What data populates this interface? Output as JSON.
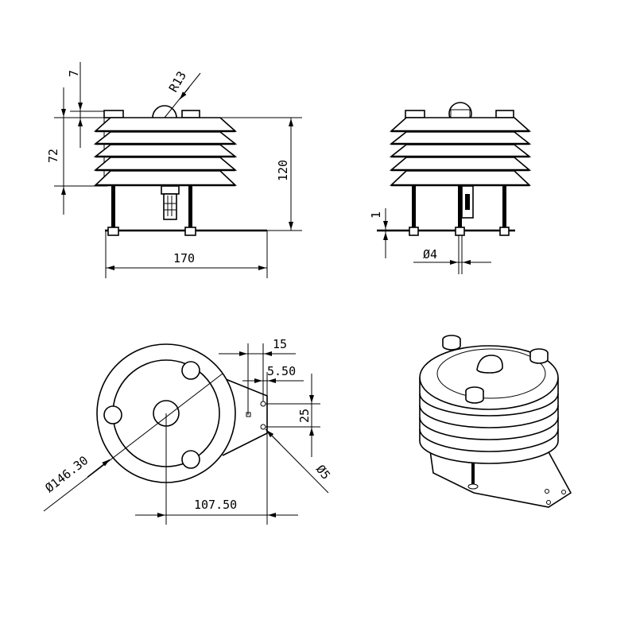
{
  "drawing": {
    "type": "technical-dimension-drawing",
    "subject": "radiation shield / louvered sensor housing",
    "views": {
      "front": {
        "dimensions": {
          "cap_height": "7",
          "radius_dome": "R13",
          "louver_stack_height": "72",
          "overall_height": "120",
          "base_width": "170"
        }
      },
      "side": {
        "dimensions": {
          "plate_thickness": "1",
          "rod_diameter": "Ø4"
        }
      },
      "top": {
        "dimensions": {
          "hole_offset_outer": "15",
          "hole_offset_inner": "5.50",
          "hole_spacing": "25",
          "outer_diameter": "Ø146.30",
          "mount_distance": "107.50",
          "mount_hole_diameter": "Ø5"
        }
      },
      "isometric": {}
    }
  }
}
